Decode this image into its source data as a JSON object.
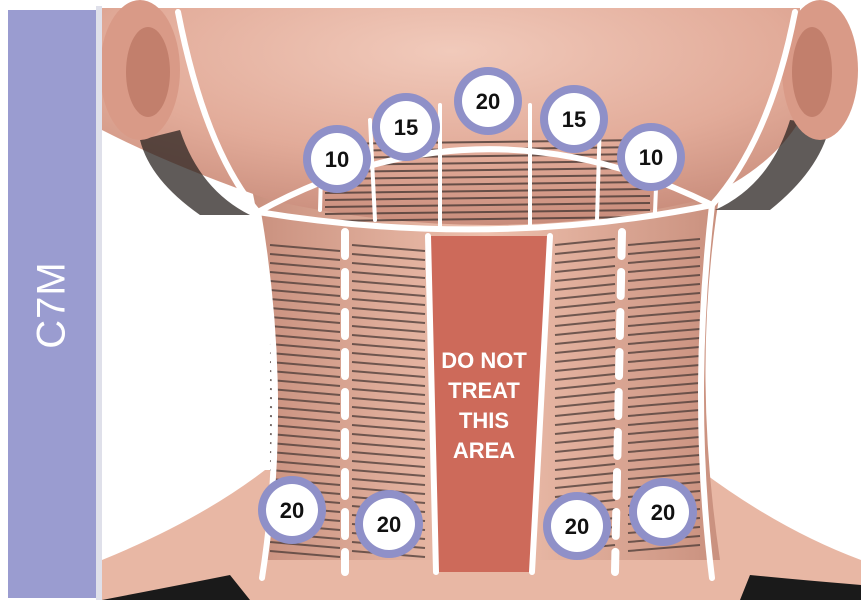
{
  "side_label": "C7M",
  "notice": [
    "DO NOT",
    "TREAT",
    "THIS",
    "AREA"
  ],
  "dose_markers": [
    {
      "region": "submental-left-outer",
      "units": "10"
    },
    {
      "region": "submental-left-inner",
      "units": "15"
    },
    {
      "region": "submental-center",
      "units": "20"
    },
    {
      "region": "submental-right-inner",
      "units": "15"
    },
    {
      "region": "submental-right-outer",
      "units": "10"
    },
    {
      "region": "neck-left-outer",
      "units": "20"
    },
    {
      "region": "neck-left-inner",
      "units": "20"
    },
    {
      "region": "neck-right-inner",
      "units": "20"
    },
    {
      "region": "neck-right-outer",
      "units": "20"
    }
  ],
  "colors": {
    "tab": "#9a9cd0",
    "marker_ring": "#8f90c8",
    "do_not_treat": "#cd6a5a",
    "hatch": "#4a3a36"
  }
}
